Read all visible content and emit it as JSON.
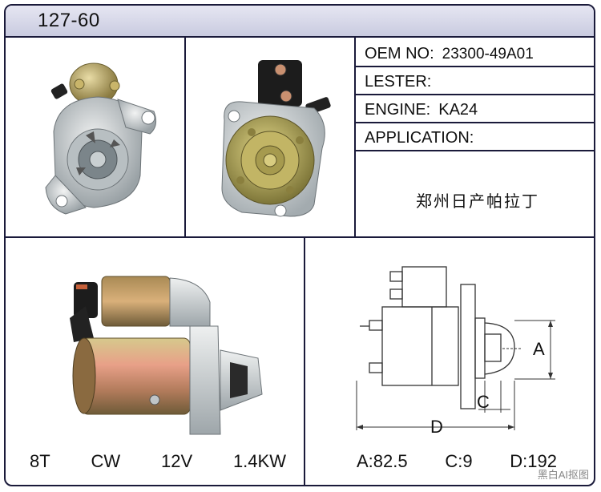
{
  "header": {
    "title": "127-60"
  },
  "specs": {
    "oem_label": "OEM NO:",
    "oem_value": "23300-49A01",
    "lester_label": "LESTER:",
    "lester_value": "",
    "engine_label": "ENGINE:",
    "engine_value": "KA24",
    "application_label": "APPLICATION:",
    "application_value": "",
    "chinese_text": "郑州日产帕拉丁"
  },
  "footer_left": {
    "teeth": "8T",
    "rotation": "CW",
    "voltage": "12V",
    "power": "1.4KW"
  },
  "footer_right": {
    "a": "A:82.5",
    "c": "C:9",
    "d": "D:192"
  },
  "diagram": {
    "label_a": "A",
    "label_c": "C",
    "label_d": "D"
  },
  "watermark": "黑白AI抠图",
  "icons": {
    "front": "starter-front-view",
    "rear": "starter-rear-view",
    "side": "starter-side-view",
    "dims": "dimension-diagram"
  }
}
